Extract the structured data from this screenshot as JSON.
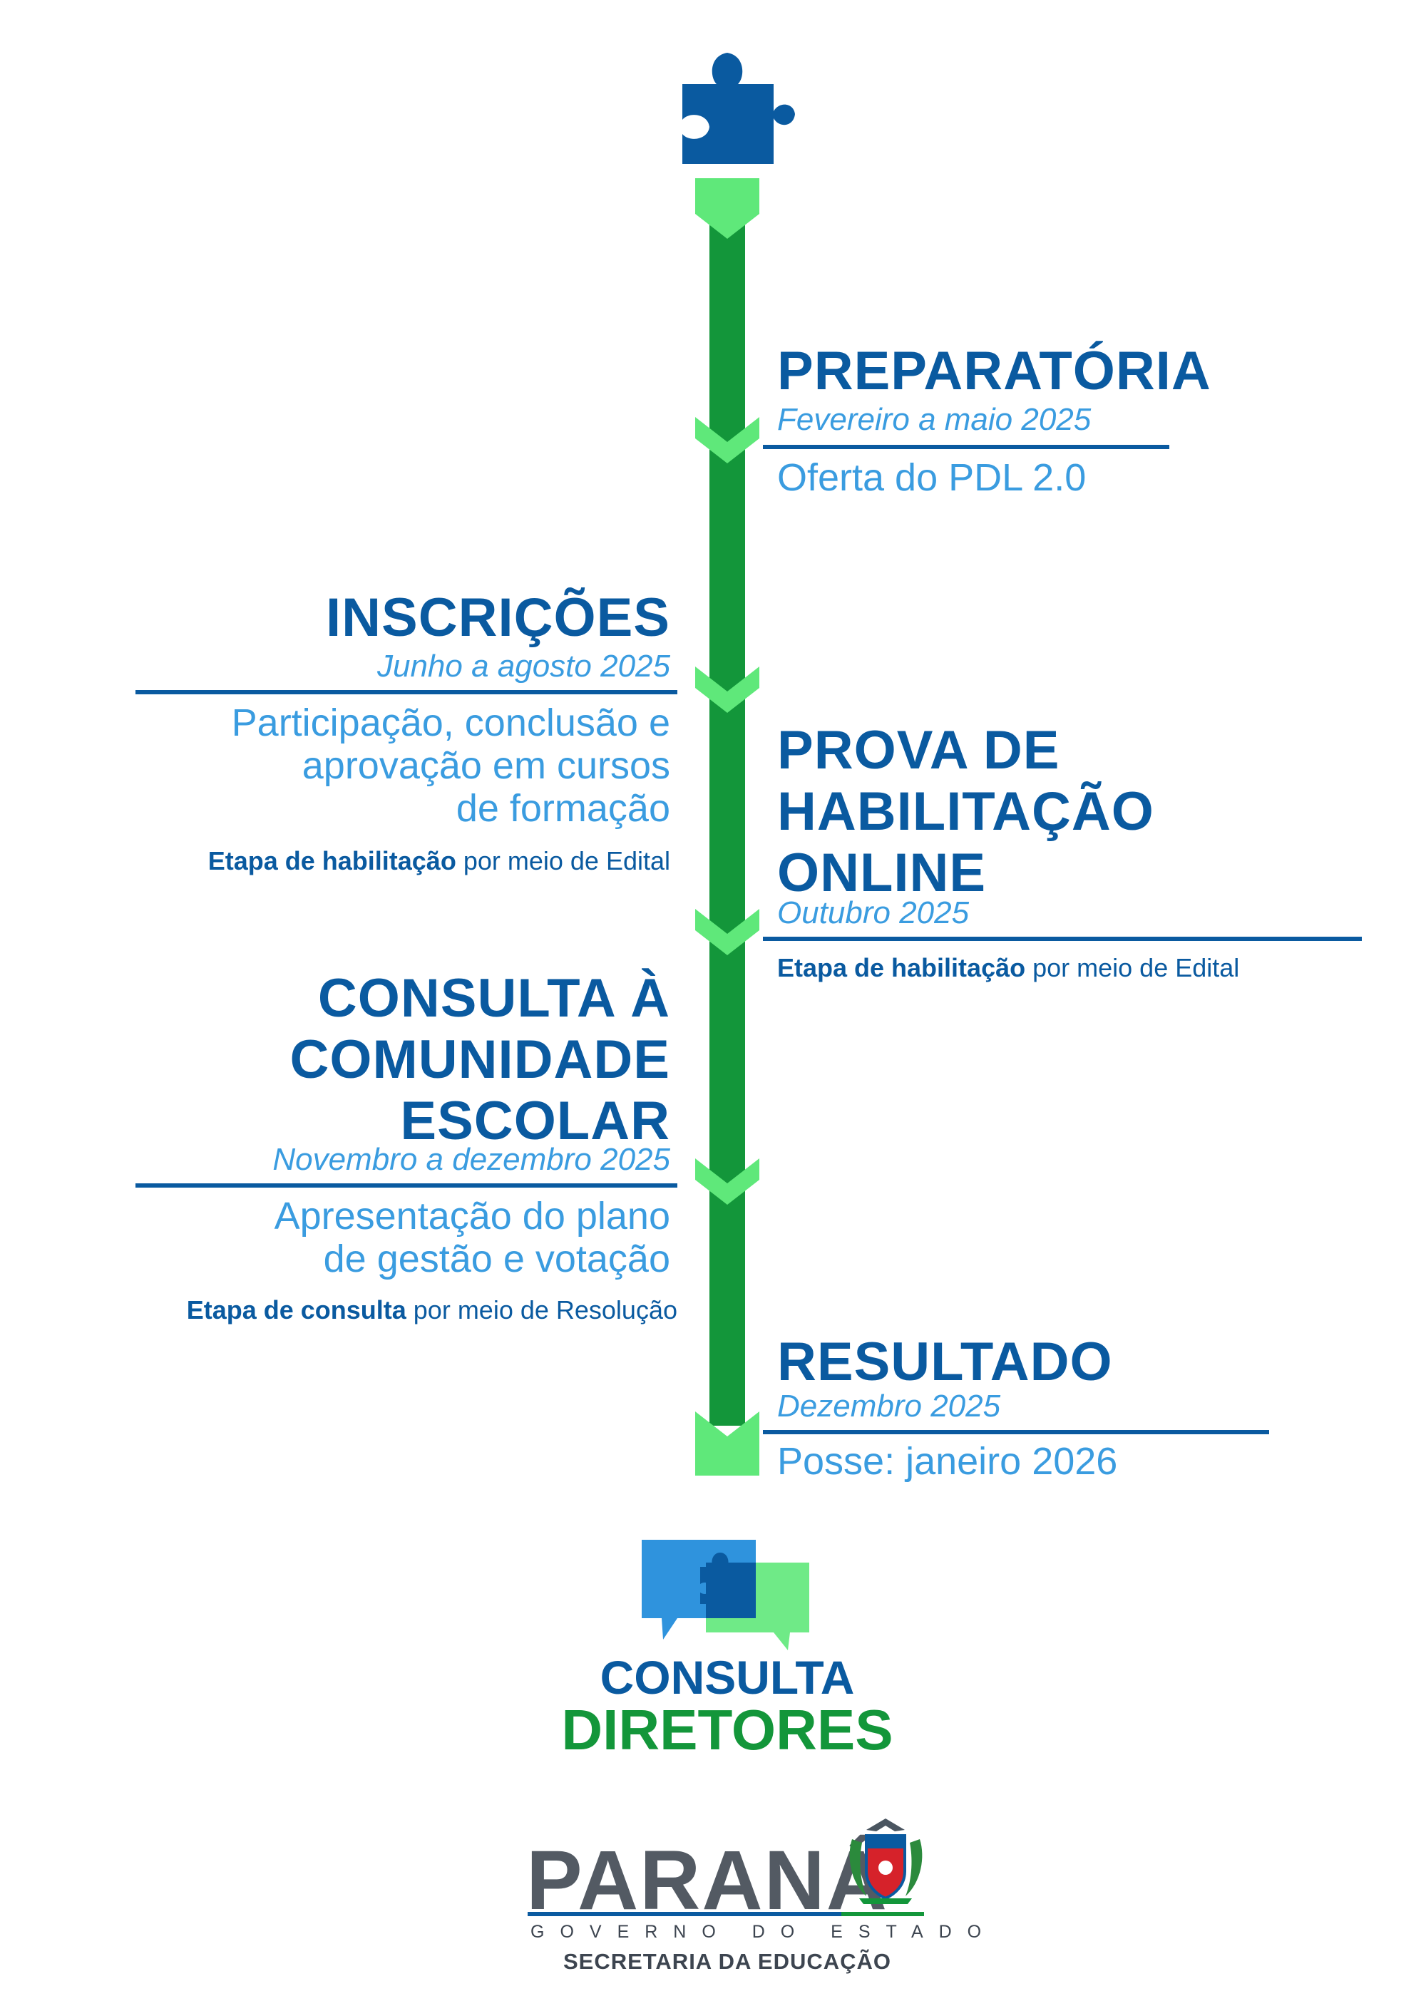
{
  "colors": {
    "dark_blue": "#0a5aa0",
    "light_blue": "#3a9ce0",
    "dark_green": "#13963a",
    "light_green": "#5fe87a"
  },
  "header_icon": "puzzle-piece-icon",
  "stages": {
    "preparatoria": {
      "title": "PREPARATÓRIA",
      "date": "Fevereiro a maio 2025",
      "desc": "Oferta do PDL 2.0"
    },
    "inscricoes": {
      "title": "INSCRIÇÕES",
      "date": "Junho a agosto 2025",
      "desc_lines": [
        "Participação, conclusão e",
        "aprovação em cursos",
        "de formação"
      ],
      "note_bold": "Etapa de habilitação",
      "note_rest": " por meio de Edital"
    },
    "prova": {
      "title_lines": [
        "PROVA DE",
        "HABILITAÇÃO",
        "ONLINE"
      ],
      "date": "Outubro 2025",
      "note_bold": "Etapa de habilitação",
      "note_rest": " por meio de Edital"
    },
    "consulta": {
      "title_lines": [
        "CONSULTA À",
        "COMUNIDADE",
        "ESCOLAR"
      ],
      "date": "Novembro a dezembro 2025",
      "desc_lines": [
        "Apresentação do plano",
        "de gestão e votação"
      ],
      "note_bold": "Etapa de consulta",
      "note_rest": " por meio de Resolução"
    },
    "resultado": {
      "title": "RESULTADO",
      "date": "Dezembro 2025",
      "desc": "Posse: janeiro 2026"
    }
  },
  "brand": {
    "icon": "chat-bubbles-puzzle-icon",
    "line1": "CONSULTA",
    "line2": "DIRETORES"
  },
  "footer": {
    "logo_text": "PARANÁ",
    "subtitle": "GOVERNO DO ESTADO",
    "department": "SECRETARIA DA EDUCAÇÃO",
    "emblem": "coat-of-arms-icon"
  }
}
